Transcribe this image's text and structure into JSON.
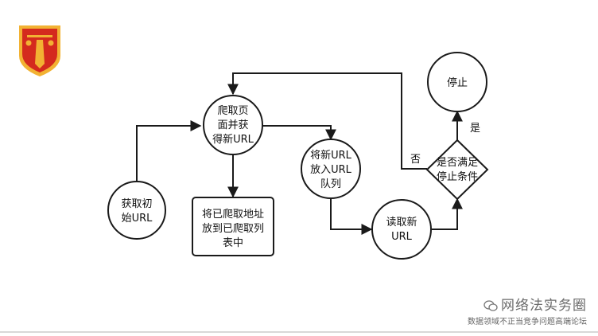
{
  "logo": {
    "name": "scales-shield-logo"
  },
  "nodes": {
    "crawl": {
      "lines": [
        "爬取页",
        "面并获",
        "得新URL"
      ]
    },
    "put_queue": {
      "lines": [
        "将新URL",
        "放入URL",
        "队列"
      ]
    },
    "stop": {
      "lines": [
        "停止"
      ]
    },
    "decision": {
      "lines": [
        "是否满足",
        "停止条件"
      ]
    },
    "get_init": {
      "lines": [
        "获取初",
        "始URL"
      ]
    },
    "save_list": {
      "lines": [
        "将已爬取地址",
        "放到已爬取列",
        "表中"
      ]
    },
    "read_new": {
      "lines": [
        "读取新",
        "URL"
      ]
    }
  },
  "edge_labels": {
    "yes": "是",
    "no": "否"
  },
  "watermark": {
    "title": "网络法实务圈",
    "subtitle": "数据领域不正当竞争问题高端论坛"
  },
  "colors": {
    "stroke": "#1a1a1a",
    "logo_red": "#d42a1e",
    "logo_gold": "#f2b233"
  }
}
